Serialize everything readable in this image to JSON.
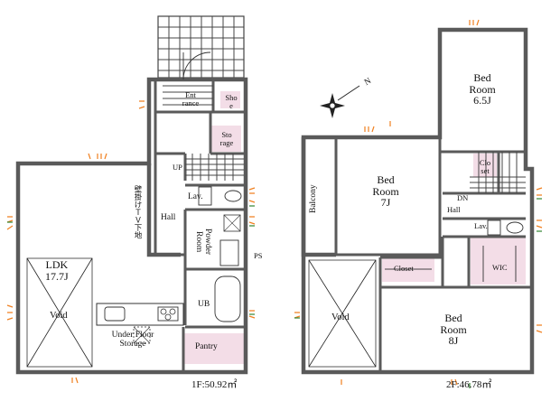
{
  "floor1": {
    "area": "1F:50.92㎡",
    "rooms": {
      "ldk": "LDK",
      "ldk_size": "17.7J",
      "void": "Void",
      "hall": "Hall",
      "lav": "Lav.",
      "powder": "Powder Room",
      "ub": "UB",
      "pantry": "Pantry",
      "underfloor": "Under Floor Storage",
      "entrance": "Ent rance",
      "sho": "Sho e",
      "storage": "Sto rage",
      "up": "UP",
      "ps": "PS",
      "tv": "壁掛けＴＶ下地"
    }
  },
  "floor2": {
    "area": "2F:46.78㎡",
    "rooms": {
      "bed1": "Bed Room 6.5J",
      "bed2": "Bed Room 7J",
      "bed3": "Bed Room 8J",
      "balcony": "Balcony",
      "void": "Void",
      "closet": "Closet",
      "wic": "WIC",
      "hall": "Hall",
      "lav": "Lav.",
      "dn": "DN",
      "clo_set": "Clo set"
    }
  },
  "compass": {
    "label": "N"
  },
  "colors": {
    "wall": "#5a5a5a",
    "pink": "#f3dde7",
    "window_orange": "#f08020"
  }
}
